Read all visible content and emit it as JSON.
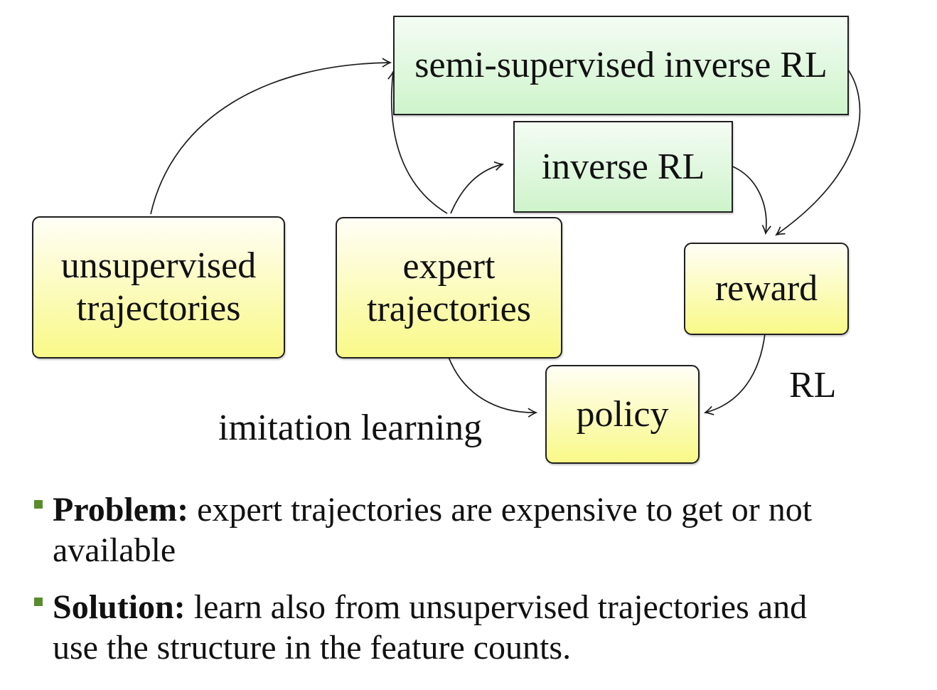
{
  "colors": {
    "green_top": "#f4fcf4",
    "green_bottom": "#cef4cb",
    "yellow_top": "#fffef6",
    "yellow_bottom": "#f9f988",
    "box_border": "#1f1f1f",
    "arrow": "#1c1c1c",
    "bullet_marker": "#588c2c"
  },
  "diagram": {
    "nodes": {
      "semi_supervised": {
        "label": "semi-supervised inverse RL"
      },
      "inverse_rl": {
        "label": "inverse RL"
      },
      "unsupervised": {
        "line1": "unsupervised",
        "line2": "trajectories"
      },
      "expert": {
        "line1": "expert",
        "line2": "trajectories"
      },
      "reward": {
        "label": "reward"
      },
      "policy": {
        "label": "policy"
      }
    },
    "edge_labels": {
      "imitation": "imitation learning",
      "rl": "RL"
    }
  },
  "bullets": [
    {
      "label": "Problem:",
      "line1": "expert trajectories are expensive to get or not",
      "line2": "available"
    },
    {
      "label": "Solution:",
      "line1": "learn also from unsupervised trajectories and",
      "line2": "use the structure in the feature counts."
    }
  ]
}
